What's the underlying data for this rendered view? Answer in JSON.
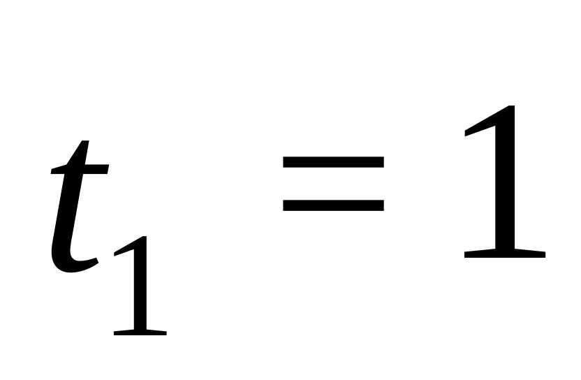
{
  "equation": {
    "variable": "t",
    "subscript": "1",
    "operator": "=",
    "value": "1"
  },
  "colors": {
    "background": "#ffffff",
    "text": "#000000"
  }
}
